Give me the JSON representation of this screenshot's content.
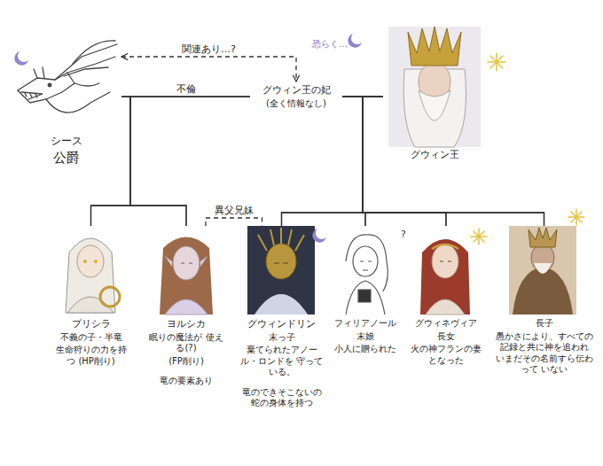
{
  "diagram": {
    "nodes": [
      {
        "text": [
          "シース",
          "公爵"
        ]
      },
      {
        "text": [
          "グウィン王の妃",
          "(全く情報なし)"
        ]
      },
      {
        "text": [
          "グウィン王"
        ]
      },
      {
        "text": [
          "プリシラ",
          "不義の子・半竜",
          "生命狩りの力を持つ (HP削り)"
        ]
      },
      {
        "text": [
          "ヨルシカ",
          "眠りの魔法が 使える(?)",
          "(FP削り)",
          "竜の要素あり"
        ]
      },
      {
        "text": [
          "グウィンドリン",
          "末っ子",
          "棄てられたアノール・ロンドを 守っている。",
          "竜のできそこないの 蛇の身体を持つ"
        ]
      },
      {
        "text": [
          "フィリアノール",
          "末娘",
          "小人に贈られた"
        ]
      },
      {
        "text": [
          "グウィネヴィア",
          "長女",
          "火の神フランの妻 となった"
        ]
      },
      {
        "text": [
          "長子",
          "愚かさにより、すべての 記録と共に神を追われ いまだその名前すら伝わって いない"
        ]
      }
    ],
    "edges": [
      {
        "from": 0,
        "to": 1,
        "label": "不倫",
        "arrow": "none"
      },
      {
        "from": 0,
        "to": 1,
        "label": "関連あり…?",
        "arrow": "both"
      },
      {
        "from": 1,
        "to": 2,
        "arrow": "none"
      },
      {
        "from": 0,
        "to": 3,
        "arrow": "none"
      },
      {
        "from": 0,
        "to": 4,
        "arrow": "none"
      },
      {
        "from": 1,
        "to": 3,
        "arrow": "none"
      },
      {
        "from": 1,
        "to": 4,
        "arrow": "none"
      },
      {
        "from": 2,
        "to": 5,
        "arrow": "none"
      },
      {
        "from": 2,
        "to": 6,
        "arrow": "none"
      },
      {
        "from": 2,
        "to": 7,
        "arrow": "none"
      },
      {
        "from": 2,
        "to": 8,
        "arrow": "none"
      },
      {
        "from": 1,
        "to": 5,
        "arrow": "none"
      },
      {
        "from": 1,
        "to": 6,
        "arrow": "none"
      },
      {
        "from": 1,
        "to": 7,
        "arrow": "none"
      },
      {
        "from": 1,
        "to": 8,
        "arrow": "none"
      },
      {
        "from": 4,
        "to": 5,
        "label": "異父兄妹",
        "arrow": "none"
      }
    ],
    "labels": [
      "恐らく…",
      "?"
    ]
  }
}
